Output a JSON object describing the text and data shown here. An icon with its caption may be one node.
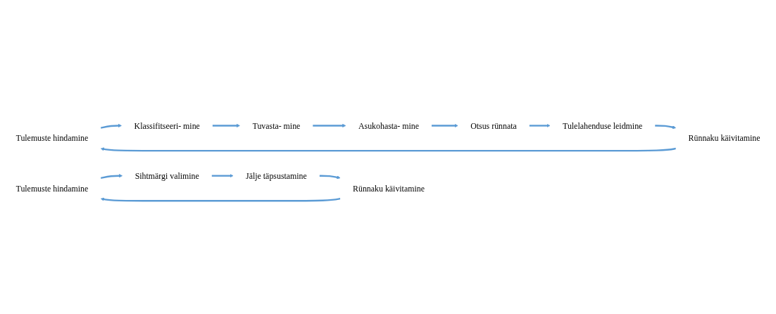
{
  "diagram": {
    "nodes": [
      {
        "text": [
          "Tulemuste hindamine"
        ]
      },
      {
        "text": [
          "Klassifitseeri- mine"
        ]
      },
      {
        "text": [
          "Tuvasta- mine"
        ]
      },
      {
        "text": [
          "Asukohasta- mine"
        ]
      },
      {
        "text": [
          "Otsus rünnata"
        ]
      },
      {
        "text": [
          "Tulelahenduse leidmine"
        ]
      },
      {
        "text": [
          "Rünnaku käivitamine"
        ]
      },
      {
        "text": [
          "Tulemuste hindamine"
        ]
      },
      {
        "text": [
          "Sihtmärgi valimine"
        ]
      },
      {
        "text": [
          "Jälje täpsustamine"
        ]
      },
      {
        "text": [
          "Rünnaku käivitamine"
        ]
      }
    ],
    "edges": [
      {
        "from": 0,
        "to": 1,
        "arrow": "to"
      },
      {
        "from": 1,
        "to": 2,
        "arrow": "to"
      },
      {
        "from": 2,
        "to": 3,
        "arrow": "to"
      },
      {
        "from": 3,
        "to": 4,
        "arrow": "to"
      },
      {
        "from": 4,
        "to": 5,
        "arrow": "to"
      },
      {
        "from": 5,
        "to": 6,
        "arrow": "to"
      },
      {
        "from": 6,
        "to": 0,
        "arrow": "to"
      },
      {
        "from": 7,
        "to": 8,
        "arrow": "to"
      },
      {
        "from": 8,
        "to": 9,
        "arrow": "to"
      },
      {
        "from": 9,
        "to": 10,
        "arrow": "to"
      },
      {
        "from": 10,
        "to": 7,
        "arrow": "to"
      }
    ]
  }
}
